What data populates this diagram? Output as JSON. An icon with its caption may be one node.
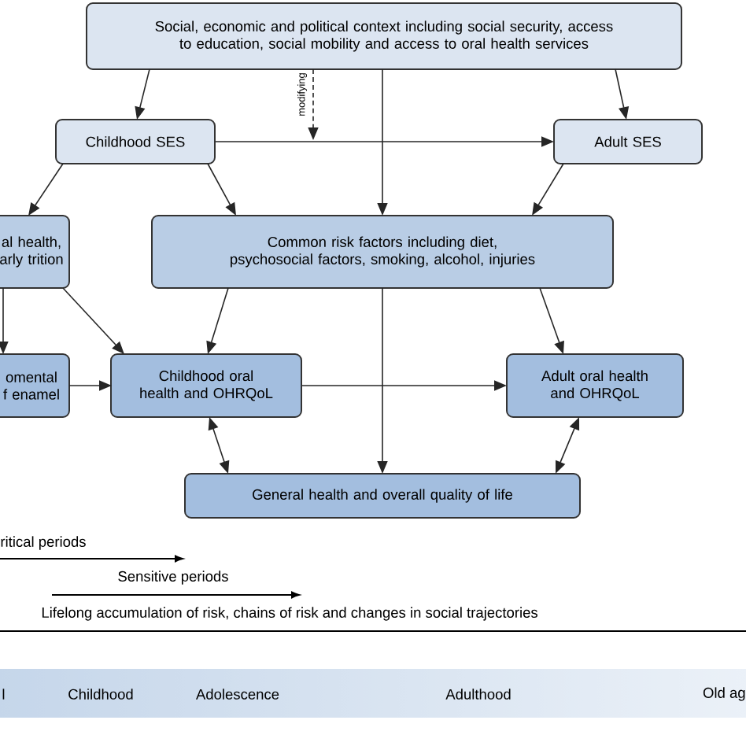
{
  "diagram": {
    "nodes": [
      {
        "text": [
          "Social, economic and political context including social security, access to education, social mobility and access to oral health services"
        ]
      },
      {
        "text": [
          "Childhood SES"
        ]
      },
      {
        "text": [
          "Adult SES"
        ]
      },
      {
        "text": [
          "al health, arly trition"
        ]
      },
      {
        "text": [
          "Common risk factors including diet, psychosocial factors, smoking, alcohol, injuries"
        ]
      },
      {
        "text": [
          "omental f enamel"
        ]
      },
      {
        "text": [
          "Childhood oral health and OHRQoL"
        ]
      },
      {
        "text": [
          "Adult oral health and OHRQoL"
        ]
      },
      {
        "text": [
          "General health and overall quality of life"
        ]
      }
    ],
    "edges": [
      {
        "from": 0,
        "to": 1,
        "arrow": "to"
      },
      {
        "from": 0,
        "to": 2,
        "arrow": "to"
      },
      {
        "from": 0,
        "to": 4,
        "arrow": "to"
      },
      {
        "from": 0,
        "to": null,
        "arrow": "to",
        "label": "modifying",
        "style": "dashed"
      },
      {
        "from": 1,
        "to": 2,
        "arrow": "to"
      },
      {
        "from": 1,
        "to": 3,
        "arrow": "to"
      },
      {
        "from": 1,
        "to": 4,
        "arrow": "to"
      },
      {
        "from": 2,
        "to": 4,
        "arrow": "to"
      },
      {
        "from": 3,
        "to": 5,
        "arrow": "to"
      },
      {
        "from": 3,
        "to": 6,
        "arrow": "to"
      },
      {
        "from": 4,
        "to": 6,
        "arrow": "to"
      },
      {
        "from": 4,
        "to": 7,
        "arrow": "to"
      },
      {
        "from": 4,
        "to": 8,
        "arrow": "to"
      },
      {
        "from": 5,
        "to": 6,
        "arrow": "to"
      },
      {
        "from": 6,
        "to": 7,
        "arrow": "to"
      },
      {
        "from": 6,
        "to": 8,
        "arrow": "both"
      },
      {
        "from": 7,
        "to": 8,
        "arrow": "both"
      }
    ],
    "labels": [
      "ritical periods",
      "Sensitive periods",
      "Lifelong accumulation of risk, chains of risk and changes in social trajectories",
      "l",
      "Childhood",
      "Adolescence",
      "Adulthood",
      "Old ag"
    ]
  }
}
